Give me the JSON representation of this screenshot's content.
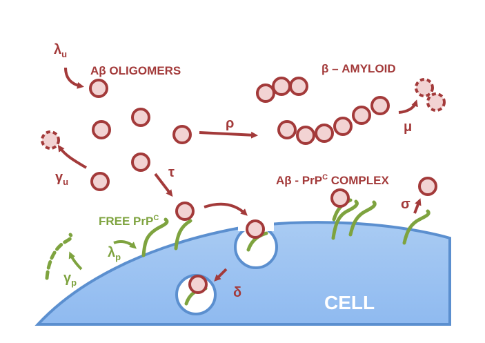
{
  "labels": {
    "ab_oligomers": "Aβ OLIGOMERS",
    "beta_amyloid": "β – AMYLOID",
    "complex": "Aβ - PrP",
    "complex_sup": "C",
    "complex_tail": " COMPLEX",
    "free_prpc": "FREE PrP",
    "free_prpc_sup": "C",
    "cell": "CELL"
  },
  "rates": {
    "lambda": "λ",
    "lambda_u_sub": "u",
    "gamma": "γ",
    "gamma_u_sub": "u",
    "rho": "ρ",
    "mu": "μ",
    "tau": "τ",
    "sigma": "σ",
    "delta": "δ",
    "lambda_p_sub": "p",
    "gamma_p_sub": "p"
  },
  "colors": {
    "oligomer_fill": "#f2d3d3",
    "oligomer_stroke": "#a33a3a",
    "receptor": "#7ea33f",
    "cell_fill": "#9fc5f0",
    "cell_stroke": "#5b8fcf",
    "arrow": "#a33a3a"
  }
}
